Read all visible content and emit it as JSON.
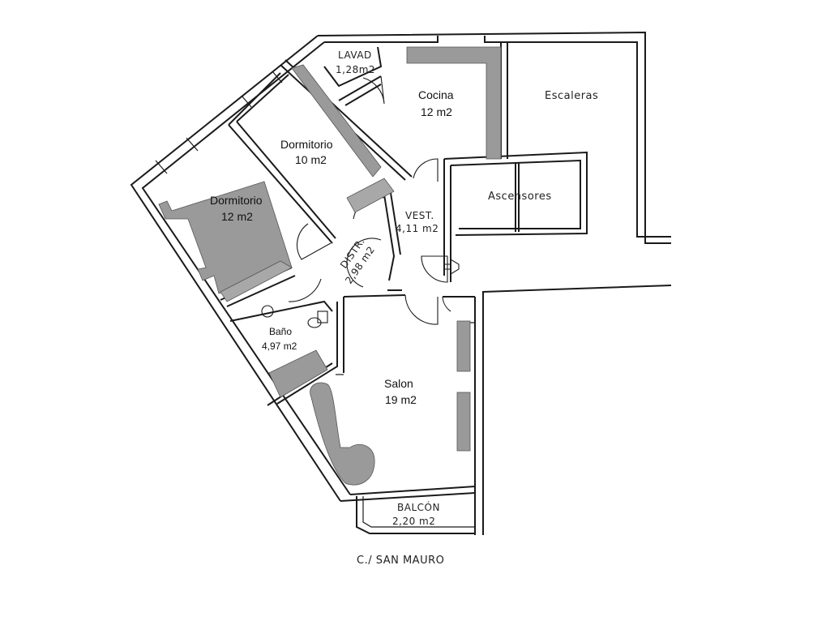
{
  "rooms": {
    "lavad_name": "LAVAD",
    "lavad_area": "1,28m2",
    "cocina_name": "Cocina",
    "cocina_area": "12 m2",
    "escaleras_name": "Escaleras",
    "dorm1_name": "Dormitorio",
    "dorm1_area": "10 m2",
    "dorm2_name": "Dormitorio",
    "dorm2_area": "12 m2",
    "ascensores_name": "Ascensores",
    "vest_name": "VEST.",
    "vest_area": "4,11 m2",
    "distr_name": "DISTR.",
    "distr_area": "2,98 m2",
    "bano_name": "Baño",
    "bano_area": "4,97 m2",
    "salon_name": "Salon",
    "salon_area": "19 m2",
    "balcon_name": "BALCÓN",
    "balcon_area": "2,20 m2"
  },
  "street": "C./ SAN MAURO",
  "icons": {
    "entrance": "entrance-arrow-icon"
  },
  "colors": {
    "wall": "#1a1a1a",
    "furniture": "#9a9a9a"
  }
}
